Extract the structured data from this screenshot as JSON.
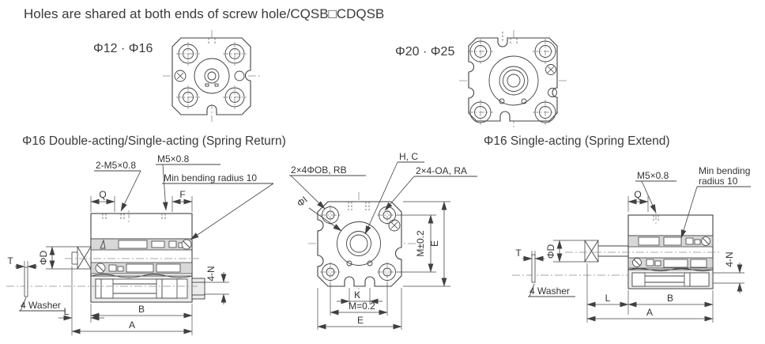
{
  "title": "Holes are shared at both ends of screw hole/CQSB□CDQSB",
  "top_figures": {
    "small": {
      "label": "Φ12 · Φ16"
    },
    "large": {
      "label": "Φ20 · Φ25"
    }
  },
  "sections": {
    "double_acting": {
      "heading": "Φ16 Double-acting/Single-acting (Spring Return)"
    },
    "spring_extend": {
      "heading": "Φ16 Single-acting (Spring Extend)"
    }
  },
  "left_view": {
    "port_label_2": "2-M5×0.8",
    "port_label": "M5×0.8",
    "bend_label": "Min bending radius 10",
    "dim_q": "Q",
    "dim_f": "F",
    "dim_t": "T",
    "dim_d": "ΦD",
    "washer_label": "4 Washer",
    "dim_l": "L",
    "dim_b": "B",
    "dim_a": "A",
    "dim_n": "4-N"
  },
  "front_view": {
    "holes_b_label": "2×4ΦOB, RB",
    "hc_label": "H, C",
    "holes_a_label": "2×4-OA, RA",
    "bore_label": "ΦI",
    "dim_m_side": "M±0.2",
    "dim_e_side": "E",
    "dim_k": "K",
    "dim_m_bottom": "M=0.2",
    "dim_e_bottom": "E"
  },
  "right_view": {
    "port_label": "M5×0.8",
    "bend_label_line1": "Min bending",
    "bend_label_line2": "radius 10",
    "dim_q": "Q",
    "dim_t": "T",
    "dim_d": "ΦD",
    "washer_label": "4 Washer",
    "dim_l": "L",
    "dim_b": "B",
    "dim_a": "A",
    "dim_n": "4-N"
  },
  "colors": {
    "line": "#404040",
    "centerline": "#8a8a8a",
    "fill_light": "#d8d8d8",
    "background": "#ffffff"
  }
}
